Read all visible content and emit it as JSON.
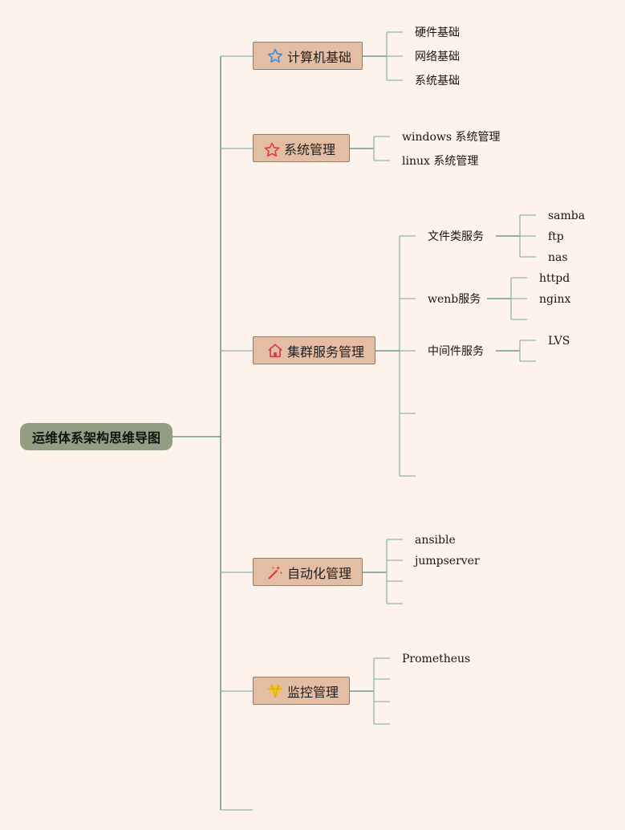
{
  "colors": {
    "background": "#fdf3ea",
    "root_fill": "#949d83",
    "branch_fill": "#e4bea4",
    "connector": "#4f8a78",
    "leaf_connector": "#8fb5a8"
  },
  "root": {
    "label": "运维体系架构思维导图"
  },
  "branches": [
    {
      "label": "计算机基础",
      "icon": "star-outline-blue-icon",
      "children": [
        "硬件基础",
        "网络基础",
        "系统基础"
      ]
    },
    {
      "label": "系统管理",
      "icon": "star-outline-red-icon",
      "children": [
        "windows 系统管理",
        "linux 系统管理"
      ]
    },
    {
      "label": "集群服务管理",
      "icon": "home-icon",
      "subgroups": [
        {
          "label": "文件类服务",
          "children": [
            "samba",
            "ftp",
            "nas"
          ]
        },
        {
          "label": "wenb服务",
          "children": [
            "httpd",
            "nginx",
            ""
          ]
        },
        {
          "label": "中间件服务",
          "children": [
            "LVS",
            ""
          ]
        },
        {
          "label": "",
          "children": []
        },
        {
          "label": "",
          "children": []
        }
      ]
    },
    {
      "label": "自动化管理",
      "icon": "magic-wand-icon",
      "children": [
        "ansible",
        "jumpserver",
        "",
        ""
      ]
    },
    {
      "label": "监控管理",
      "icon": "gem-icon",
      "children": [
        "Prometheus",
        "",
        "",
        ""
      ]
    }
  ]
}
